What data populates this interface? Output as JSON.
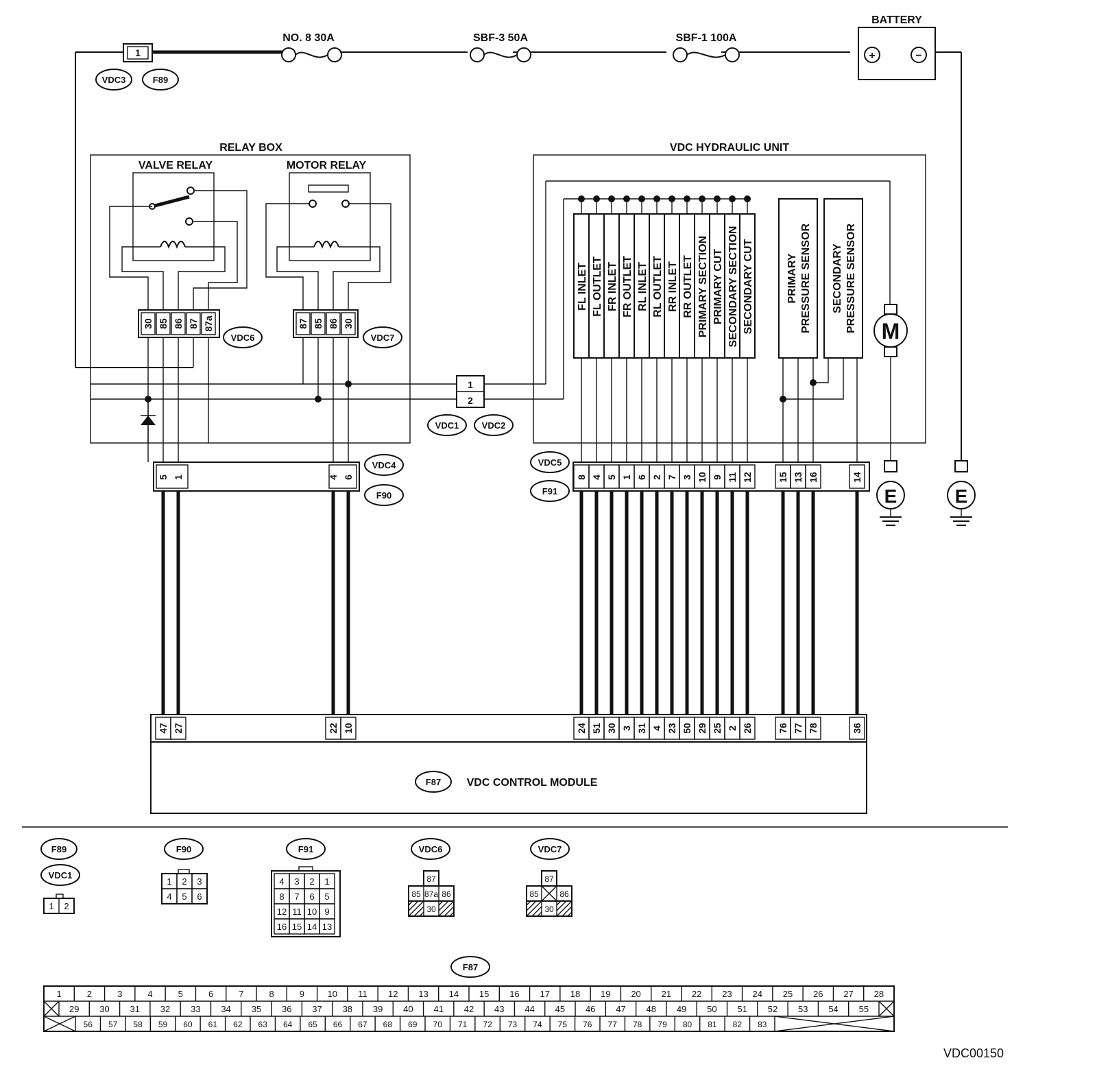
{
  "fuses": {
    "no8": "NO. 8 30A",
    "sbf3": "SBF-3 50A",
    "sbf1": "SBF-1 100A"
  },
  "battery": {
    "label": "BATTERY",
    "plus": "+",
    "minus": "−"
  },
  "connectors": {
    "vdc3": "VDC3",
    "f89": "F89",
    "vdc6": "VDC6",
    "vdc7": "VDC7",
    "vdc1": "VDC1",
    "vdc2": "VDC2",
    "vdc4": "VDC4",
    "f90": "F90",
    "vdc5": "VDC5",
    "f91": "F91",
    "f87": "F87",
    "vdc3_pin": "1",
    "joint_pin1": "1",
    "joint_pin2": "2"
  },
  "relay_box": {
    "title": "RELAY BOX",
    "valve_relay": {
      "label": "VALVE RELAY",
      "pins": [
        "30",
        "85",
        "86",
        "87",
        "87a"
      ]
    },
    "motor_relay": {
      "label": "MOTOR RELAY",
      "pins": [
        "87",
        "85",
        "86",
        "30"
      ]
    }
  },
  "hydraulic_unit": {
    "title": "VDC HYDRAULIC UNIT",
    "valves": [
      "FL INLET",
      "FL OUTLET",
      "FR INLET",
      "FR OUTLET",
      "RL INLET",
      "RL OUTLET",
      "RR INLET",
      "RR OUTLET",
      "PRIMARY SECTION",
      "PRIMARY CUT",
      "SECONDARY SECTION",
      "SECONDARY CUT"
    ],
    "sensors": [
      {
        "line1": "PRIMARY",
        "line2": "PRESSURE SENSOR"
      },
      {
        "line1": "SECONDARY",
        "line2": "PRESSURE SENSOR"
      }
    ],
    "motor": "M"
  },
  "ground": "E",
  "harness": {
    "f90_pins": [
      "5",
      "1",
      "4",
      "6"
    ],
    "f91_pins": [
      "8",
      "4",
      "5",
      "1",
      "6",
      "2",
      "7",
      "3",
      "10",
      "9",
      "11",
      "12",
      "15",
      "13",
      "16",
      "14"
    ],
    "f87_pins": [
      "47",
      "27",
      "22",
      "10",
      "24",
      "51",
      "30",
      "3",
      "31",
      "4",
      "23",
      "50",
      "29",
      "25",
      "2",
      "26",
      "76",
      "77",
      "78",
      "36"
    ]
  },
  "module": {
    "tag": "F87",
    "label": "VDC CONTROL MODULE"
  },
  "connector_views": {
    "f89_vdc1": [
      "1",
      "2"
    ],
    "f90": [
      [
        "1",
        "2",
        "3"
      ],
      [
        "4",
        "5",
        "6"
      ]
    ],
    "f91": [
      [
        "4",
        "3",
        "2",
        "1"
      ],
      [
        "8",
        "7",
        "6",
        "5"
      ],
      [
        "12",
        "11",
        "10",
        "9"
      ],
      [
        "16",
        "15",
        "14",
        "13"
      ]
    ],
    "vdc6": {
      "top": "87",
      "mid": [
        "85",
        "87a",
        "86"
      ],
      "bottom": "30"
    },
    "vdc7": {
      "top": "87",
      "mid": [
        "85",
        "",
        "86"
      ],
      "bottom": "30"
    },
    "f87_row1": [
      "1",
      "2",
      "3",
      "4",
      "5",
      "6",
      "7",
      "8",
      "9",
      "10",
      "11",
      "12",
      "13",
      "14",
      "15",
      "16",
      "17",
      "18",
      "19",
      "20",
      "21",
      "22",
      "23",
      "24",
      "25",
      "26",
      "27",
      "28"
    ],
    "f87_row2": [
      "29",
      "30",
      "31",
      "32",
      "33",
      "34",
      "35",
      "36",
      "37",
      "38",
      "39",
      "40",
      "41",
      "42",
      "43",
      "44",
      "45",
      "46",
      "47",
      "48",
      "49",
      "50",
      "51",
      "52",
      "53",
      "54",
      "55"
    ],
    "f87_row3": [
      "56",
      "57",
      "58",
      "59",
      "60",
      "61",
      "62",
      "63",
      "64",
      "65",
      "66",
      "67",
      "68",
      "69",
      "70",
      "71",
      "72",
      "73",
      "74",
      "75",
      "76",
      "77",
      "78",
      "79",
      "80",
      "81",
      "82",
      "83"
    ]
  },
  "figure_code": "VDC00150"
}
